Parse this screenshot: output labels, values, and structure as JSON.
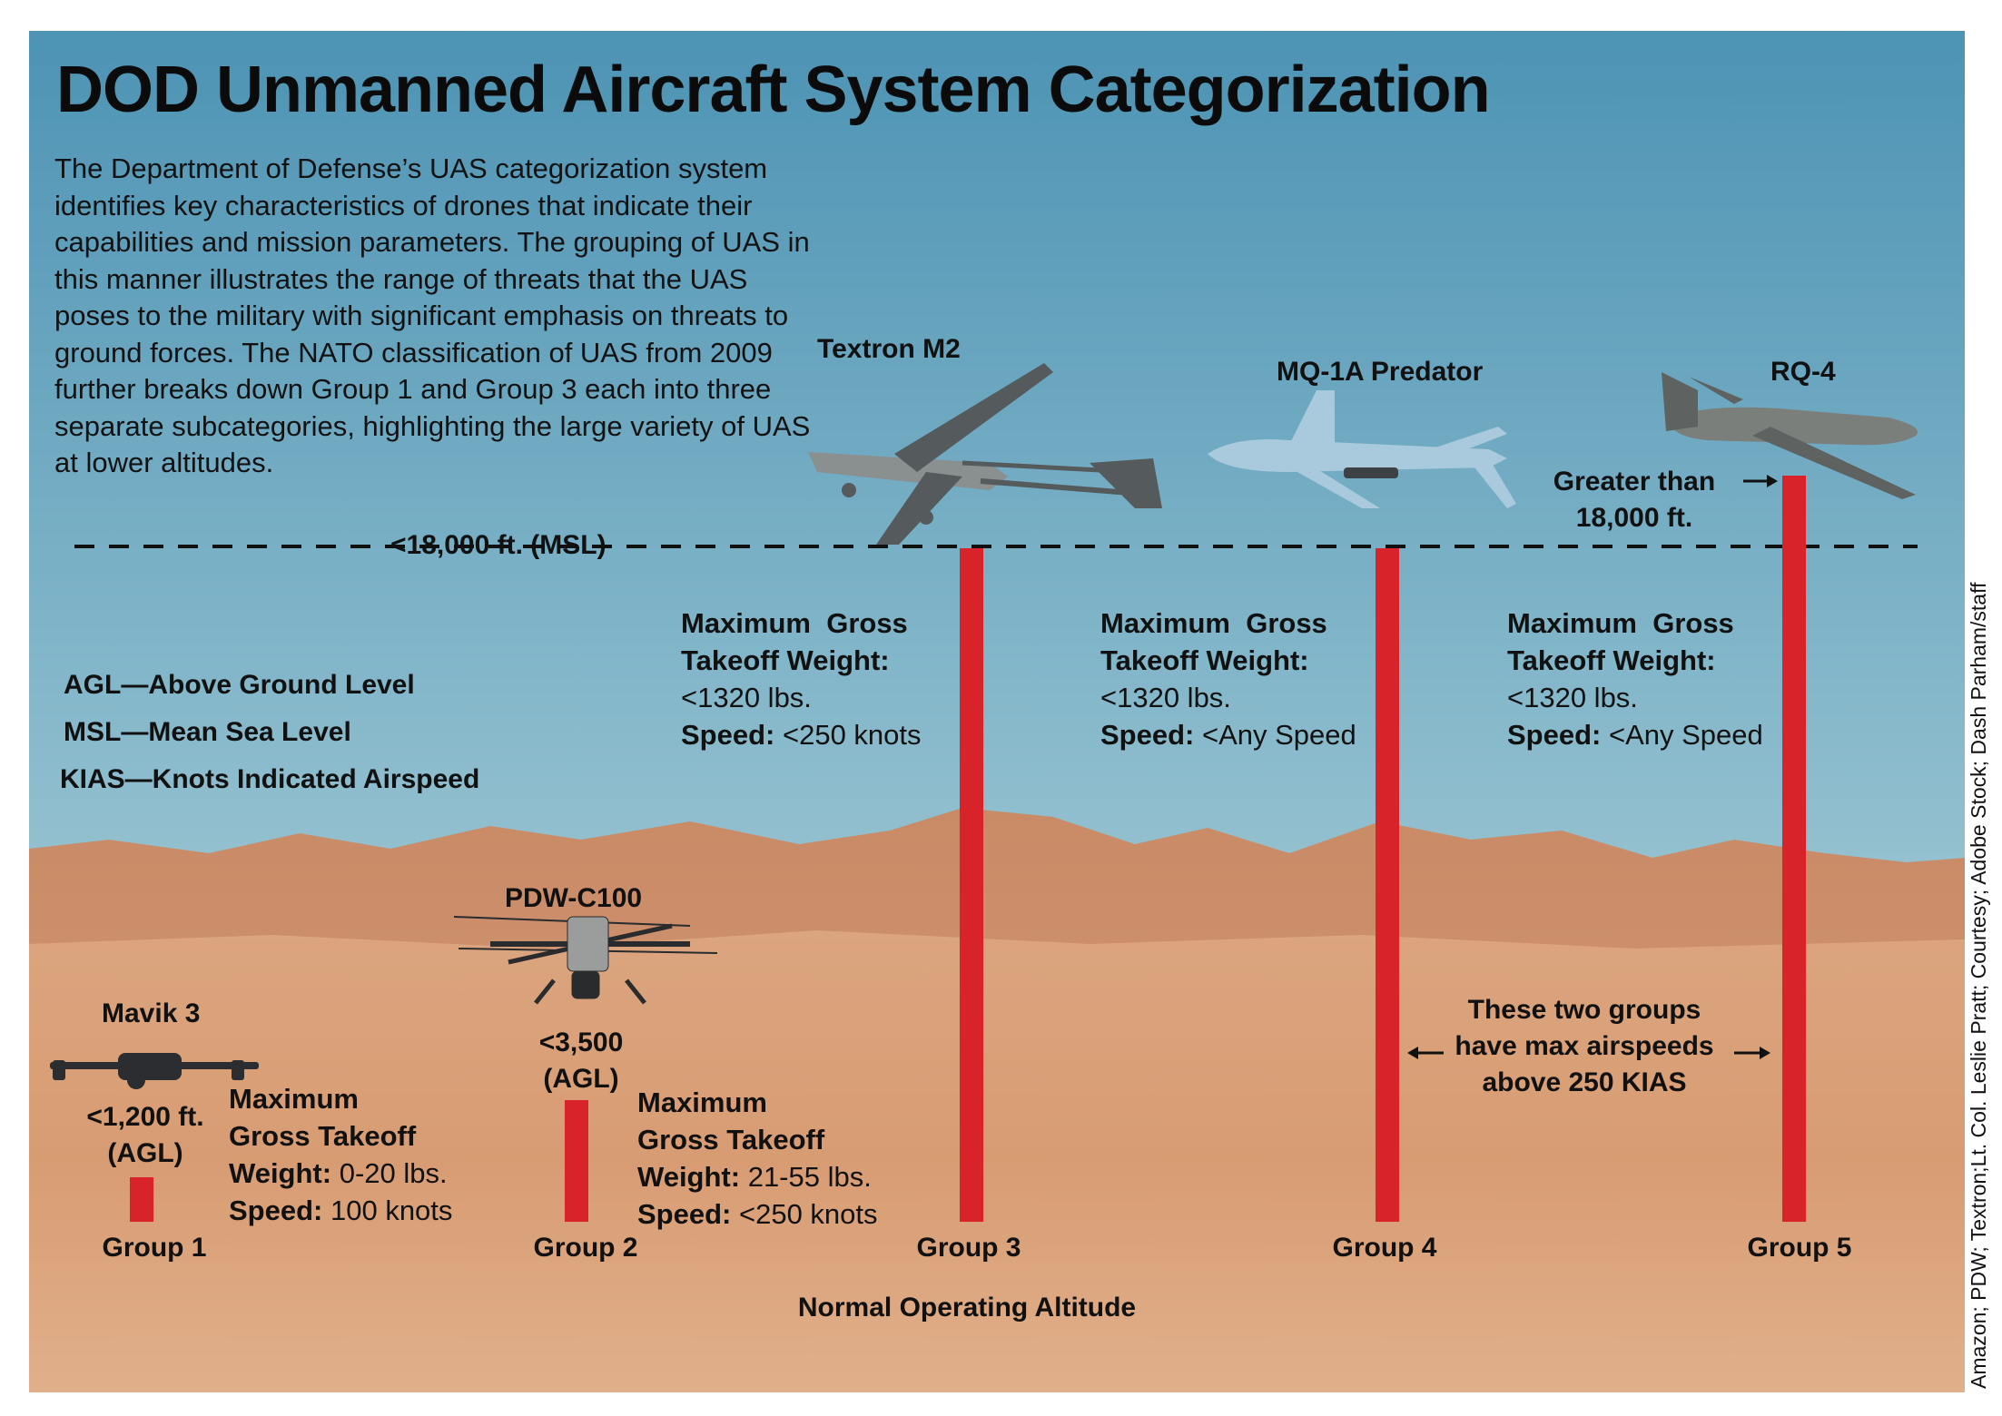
{
  "title": "DOD Unmanned Aircraft System Categorization",
  "intro": "The Department of Defense’s UAS categorization system identifies key characteristics of drones that indicate their capabilities and mission parameters. The grouping of UAS in this manner illustrates the range of threats that the UAS poses to the military with significant emphasis on threats to ground forces. The NATO classification of UAS from 2009 further breaks down Group 1 and Group 3 each into three separate subcategories, highlighting the large variety of UAS at lower altitudes.",
  "altitude_line_label": "<18,000 ft. (MSL)",
  "legend": [
    "AGL—Above Ground Level",
    "MSL—Mean Sea Level",
    "KIAS—Knots Indicated Airspeed"
  ],
  "x_axis_label": "Normal Operating Altitude",
  "airspeed_note": [
    "These two groups",
    "have max airspeeds",
    "above 250 KIAS"
  ],
  "group5_altitude": [
    "Greater than",
    "18,000 ft."
  ],
  "credit": "Amazon; PDW; Textron;Lt. Col. Leslie Pratt; Courtesy; Adobe Stock; Dash Parham/staff",
  "colors": {
    "bar": "#d8232a",
    "sky_top": "#4d93b4",
    "sky_bottom": "#c3d8dc",
    "sand": "#d9a27c"
  },
  "groups": [
    {
      "label": "Group 1",
      "drone": "Mavik 3",
      "altitude": [
        "<1,200 ft.",
        "(AGL)"
      ],
      "spec": {
        "l1": "Maximum",
        "l2": "Gross Takeoff",
        "weight_label": "Weight:",
        "weight": "0-20 lbs.",
        "speed_label": "Speed:",
        "speed": "100 knots"
      }
    },
    {
      "label": "Group 2",
      "drone": "PDW-C100",
      "altitude": [
        "<3,500",
        "(AGL)"
      ],
      "spec": {
        "l1": "Maximum",
        "l2": "Gross Takeoff",
        "weight_label": "Weight:",
        "weight": "21-55 lbs.",
        "speed_label": "Speed:",
        "speed": "<250 knots"
      }
    },
    {
      "label": "Group 3",
      "drone": "Textron M2",
      "spec": {
        "l1": "Maximum  Gross",
        "l2": "Takeoff Weight:",
        "weight": "<1320 lbs.",
        "speed_label": "Speed:",
        "speed": "<250 knots"
      }
    },
    {
      "label": "Group 4",
      "drone": "MQ-1A Predator",
      "spec": {
        "l1": "Maximum  Gross",
        "l2": "Takeoff Weight:",
        "weight": "<1320 lbs.",
        "speed_label": "Speed:",
        "speed": "<Any Speed"
      }
    },
    {
      "label": "Group 5",
      "drone": "RQ-4",
      "spec": {
        "l1": "Maximum  Gross",
        "l2": "Takeoff Weight:",
        "weight": "<1320 lbs.",
        "speed_label": "Speed:",
        "speed": "<Any Speed"
      }
    }
  ]
}
